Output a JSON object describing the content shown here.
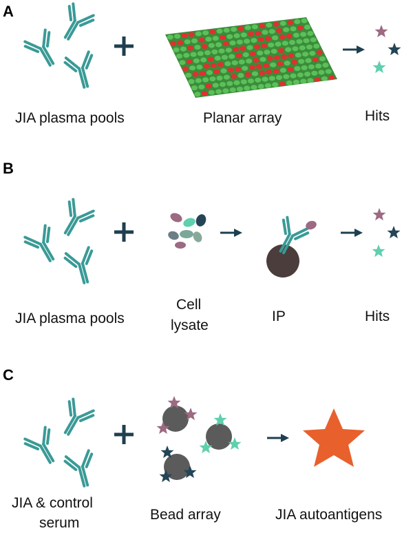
{
  "colors": {
    "antibody": "#3a9a96",
    "plus": "#1e3f4f",
    "arrow": "#1e3f4f",
    "star_pink": "#9c6a82",
    "star_dark": "#244556",
    "star_mint": "#5fcfae",
    "array_green": "#5cbf59",
    "array_red": "#e03030",
    "bead": "#5b5b5b",
    "ip_bead": "#4a3d3b",
    "autoantigen_star": "#e8602c"
  },
  "panels": {
    "a": {
      "letter": "A",
      "labels": {
        "left": "JIA plasma pools",
        "middle": "Planar array",
        "right": "Hits"
      }
    },
    "b": {
      "letter": "B",
      "labels": {
        "left": "JIA plasma pools",
        "middle_1": "Cell",
        "middle_2": "lysate",
        "ip": "IP",
        "right": "Hits"
      }
    },
    "c": {
      "letter": "C",
      "labels": {
        "left_1": "JIA & control",
        "left_2": "serum",
        "middle": "Bead array",
        "right": "JIA autoantigens"
      }
    }
  }
}
